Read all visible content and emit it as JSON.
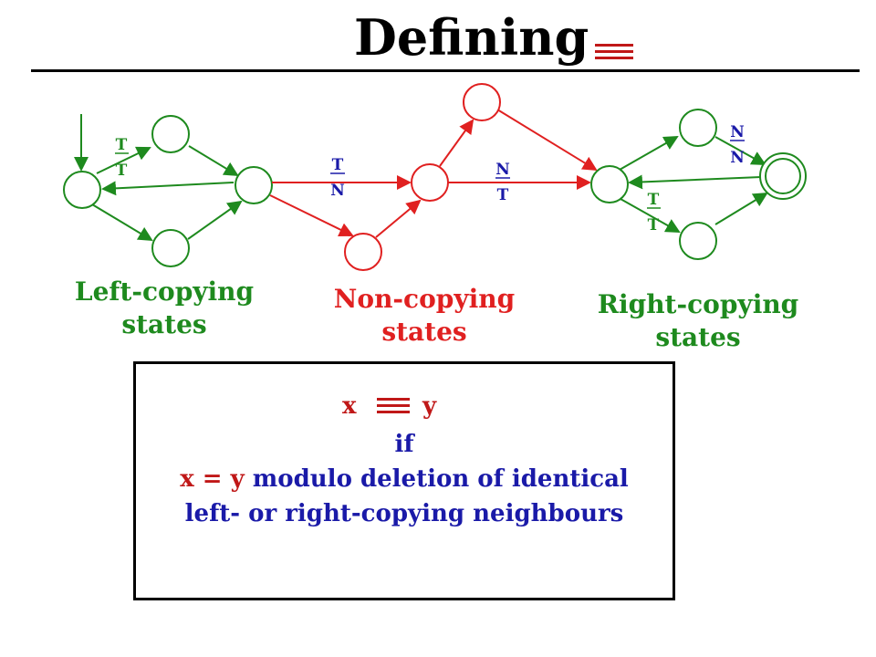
{
  "title": "Defining",
  "colors": {
    "green": "#1e8a1e",
    "red": "#e02020",
    "blue": "#1a1aa8",
    "darkred": "#c01818"
  },
  "icons": {
    "title_symbol": "triple-bar-equiv-icon"
  },
  "diagram": {
    "labels": {
      "left_tt_top": "T",
      "left_tt_bottom": "T",
      "tn_top": "T",
      "tn_bottom": "N",
      "nt_top": "N",
      "nt_bottom": "T",
      "right_nn_top": "N",
      "right_nn_bottom": "N",
      "right_tt_top": "T",
      "right_tt_bottom": "T"
    },
    "groups": {
      "left": [
        "Left-copying",
        "states"
      ],
      "non": [
        "Non-copying",
        "states"
      ],
      "right": [
        "Right-copying",
        "states"
      ]
    }
  },
  "definition": {
    "x": "x",
    "y": "y",
    "if": "if",
    "line3_prefix": "x = y",
    "line3_rest": "modulo deletion of identical",
    "line4": "left- or right-copying neighbours"
  }
}
